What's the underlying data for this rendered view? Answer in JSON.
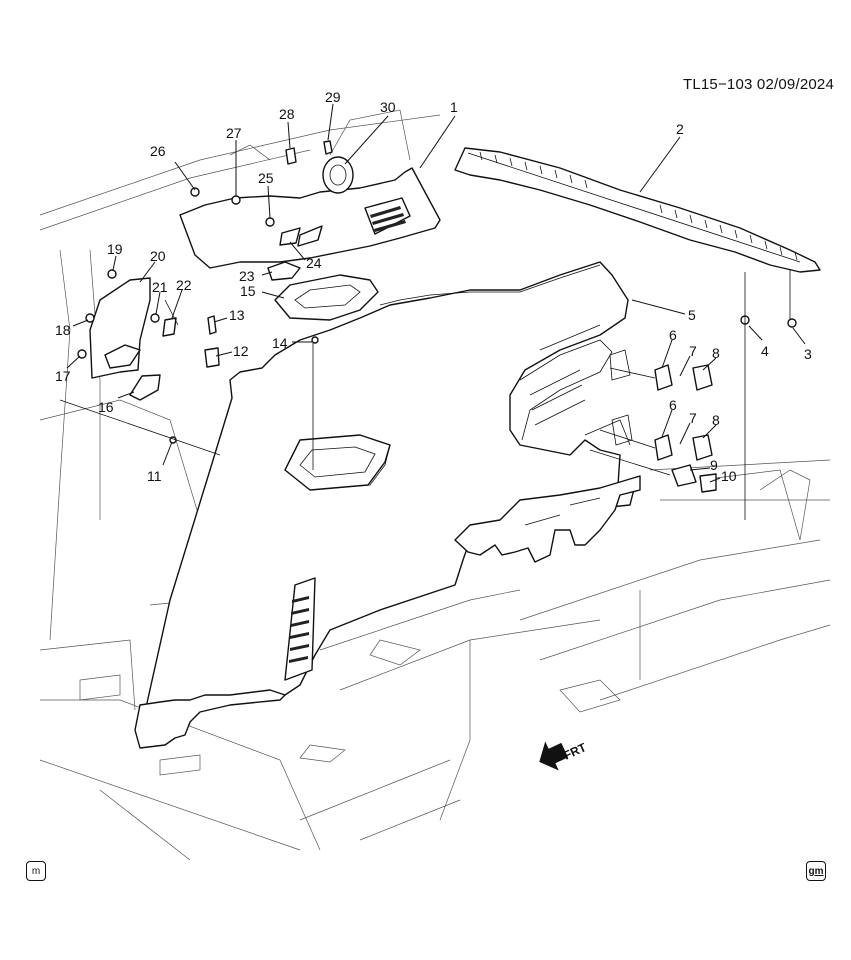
{
  "header": {
    "code": "TL15−103",
    "date": "02/09/2024"
  },
  "direction_label": "FRT",
  "footer": {
    "left_icon": "m-logo-icon",
    "left_text": "m",
    "right_icon": "gm-logo-icon",
    "right_text": "gm"
  },
  "callouts": [
    "1",
    "2",
    "3",
    "4",
    "5",
    "6",
    "7",
    "8",
    "6",
    "7",
    "8",
    "9",
    "10",
    "11",
    "12",
    "13",
    "14",
    "15",
    "16",
    "17",
    "18",
    "19",
    "20",
    "21",
    "22",
    "23",
    "24",
    "25",
    "26",
    "27",
    "28",
    "29",
    "30"
  ]
}
